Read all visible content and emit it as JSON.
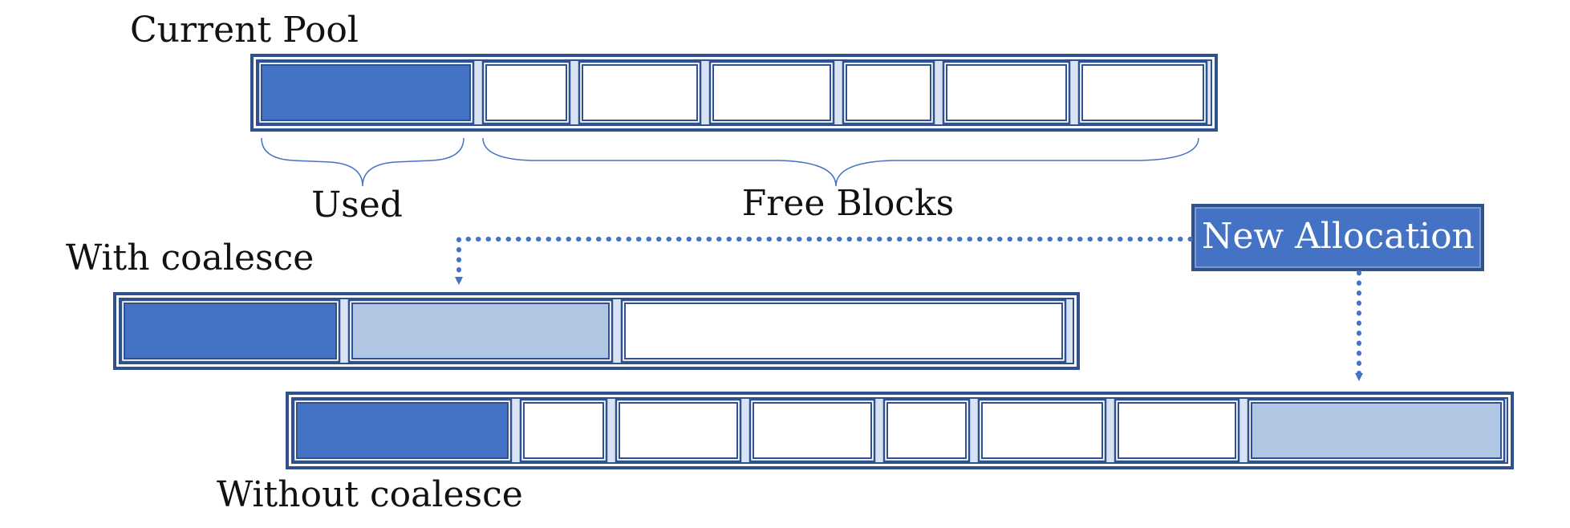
{
  "labels": {
    "current_pool": "Current Pool",
    "used": "Used",
    "free_blocks": "Free Blocks",
    "with_coalesce": "With coalesce",
    "without_coalesce": "Without coalesce",
    "new_allocation": "New Allocation"
  },
  "colors": {
    "border": "#2F528F",
    "used": "#4472C4",
    "allocated": "#B0C6E2",
    "free": "#FFFFFF",
    "arrow": "#4472C4"
  },
  "rows": {
    "current_pool": [
      {
        "state": "used"
      },
      {
        "state": "free"
      },
      {
        "state": "free"
      },
      {
        "state": "free"
      },
      {
        "state": "free"
      },
      {
        "state": "free"
      },
      {
        "state": "free"
      }
    ],
    "with_coalesce": [
      {
        "state": "used"
      },
      {
        "state": "allocated"
      },
      {
        "state": "free"
      }
    ],
    "without_coalesce": [
      {
        "state": "used"
      },
      {
        "state": "free"
      },
      {
        "state": "free"
      },
      {
        "state": "free"
      },
      {
        "state": "free"
      },
      {
        "state": "free"
      },
      {
        "state": "free"
      },
      {
        "state": "allocated"
      }
    ]
  }
}
